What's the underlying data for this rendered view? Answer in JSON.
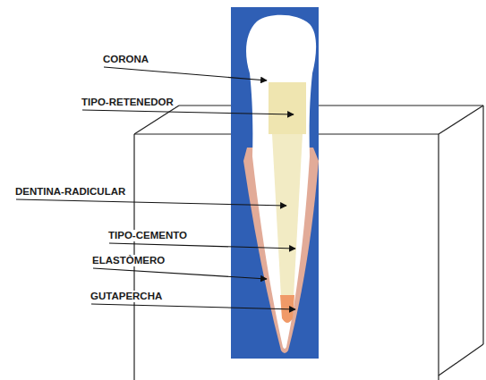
{
  "diagram": {
    "labels": [
      "CORONA",
      "TIPO-RETENEDOR",
      "DENTINA-RADICULAR",
      "TIPO-CEMENTO",
      "ELASTÒMERO",
      "GUTAPERCHA"
    ]
  }
}
